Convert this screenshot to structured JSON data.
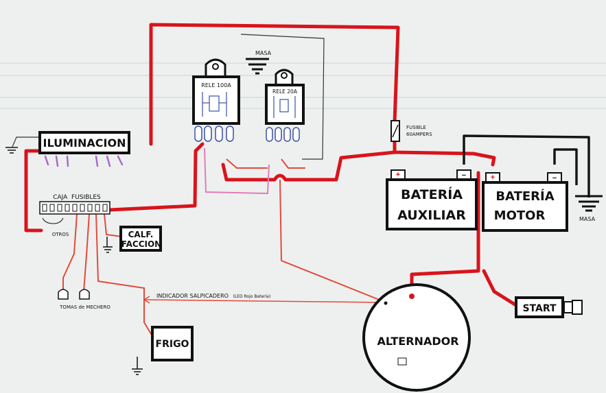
{
  "labels": {
    "iluminacion": "ILUMINACION",
    "caja_fusibles": "CAJA  FUSIBLES",
    "otros": "OTROS",
    "calefaccion_1": "CALF.",
    "calefaccion_2": "FACCION",
    "tomas_mechero": "TOMAS de MECHERO",
    "indicador": "INDICADOR  SALPICADERO",
    "indicador_note": "(LED Rojo Batería)",
    "frigo": "FRIGO",
    "masa_top": "MASA",
    "rele_100": "RELE 100A",
    "rele_20": "RELE 20A",
    "fusible_1": "FUSIBLE",
    "fusible_2": "60AMPERS",
    "bateria_aux_1": "BATERÍA",
    "bateria_aux_2": "AUXILIAR",
    "bateria_motor_1": "BATERÍA",
    "bateria_motor_2": "MOTOR",
    "masa_right": "MASA",
    "alternador": "ALTERNADOR",
    "start": "START",
    "plus": "+",
    "minus": "−"
  },
  "colors": {
    "red_wire": "#d8141c",
    "black_wire": "#151515",
    "pink_wire": "#e27bb8",
    "thin_red": "#e24a3a",
    "purple_rays": "#a869c8",
    "paper": "#eef0ef",
    "component_fill": "#ffffff"
  }
}
